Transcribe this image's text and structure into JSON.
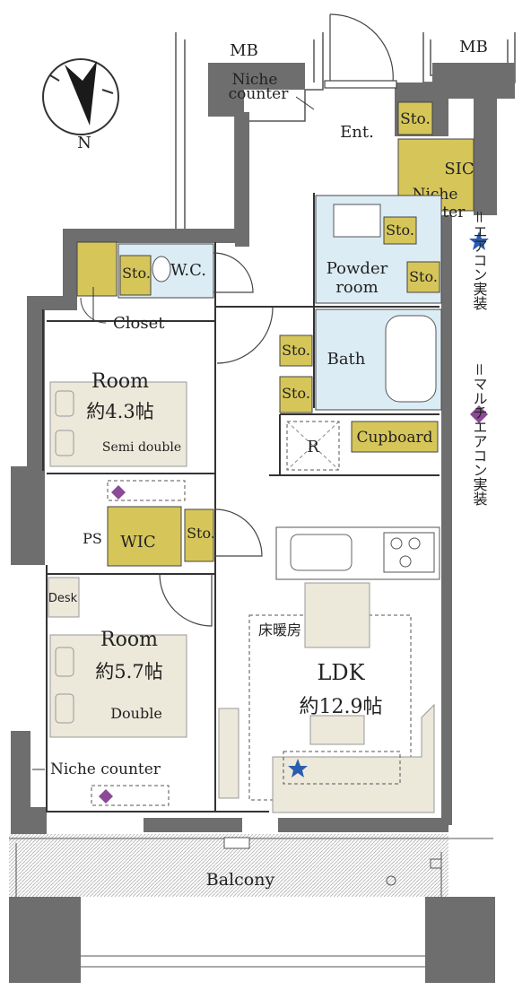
{
  "labels": {
    "mb_left": "MB",
    "mb_right": "MB",
    "niche_counter_top_1": "Niche",
    "niche_counter_top_2": "counter",
    "entrance": "Ent.",
    "sto_ent": "Sto.",
    "sic": "SIC",
    "niche_counter_right_1": "Niche",
    "niche_counter_right_2": "counter",
    "sto_powder_top": "Sto.",
    "powder_room_1": "Powder",
    "powder_room_2": "room",
    "sto_powder": "Sto.",
    "sto_wc": "Sto.",
    "wc": "W.C.",
    "closet": "Closet",
    "sto_hall_1": "Sto.",
    "sto_hall_2": "Sto.",
    "bath": "Bath",
    "refrigerator": "R",
    "cupboard": "Cupboard",
    "room1_name": "Room",
    "room1_size": "約4.3帖",
    "room1_bed": "Semi double",
    "ps": "PS",
    "wic": "WIC",
    "sto_wic": "Sto.",
    "desk": "Desk",
    "room2_name": "Room",
    "room2_size": "約5.7帖",
    "room2_bed": "Double",
    "floor_heating": "床暖房",
    "ldk_name": "LDK",
    "ldk_size": "約12.9帖",
    "niche_counter_bottom": "Niche counter",
    "balcony": "Balcony",
    "north": "N"
  },
  "legend": {
    "aircon_text": "＝エアコン実装",
    "multi_aircon_text": "＝マルチエアコン実装"
  },
  "colors": {
    "wall": "#6e6e6e",
    "storage": "#d6c65a",
    "wet_area": "#dcecf5",
    "furniture": "#ece8da",
    "aircon_star": "#2a5db0",
    "multi_aircon_diamond": "#8a4a96"
  }
}
